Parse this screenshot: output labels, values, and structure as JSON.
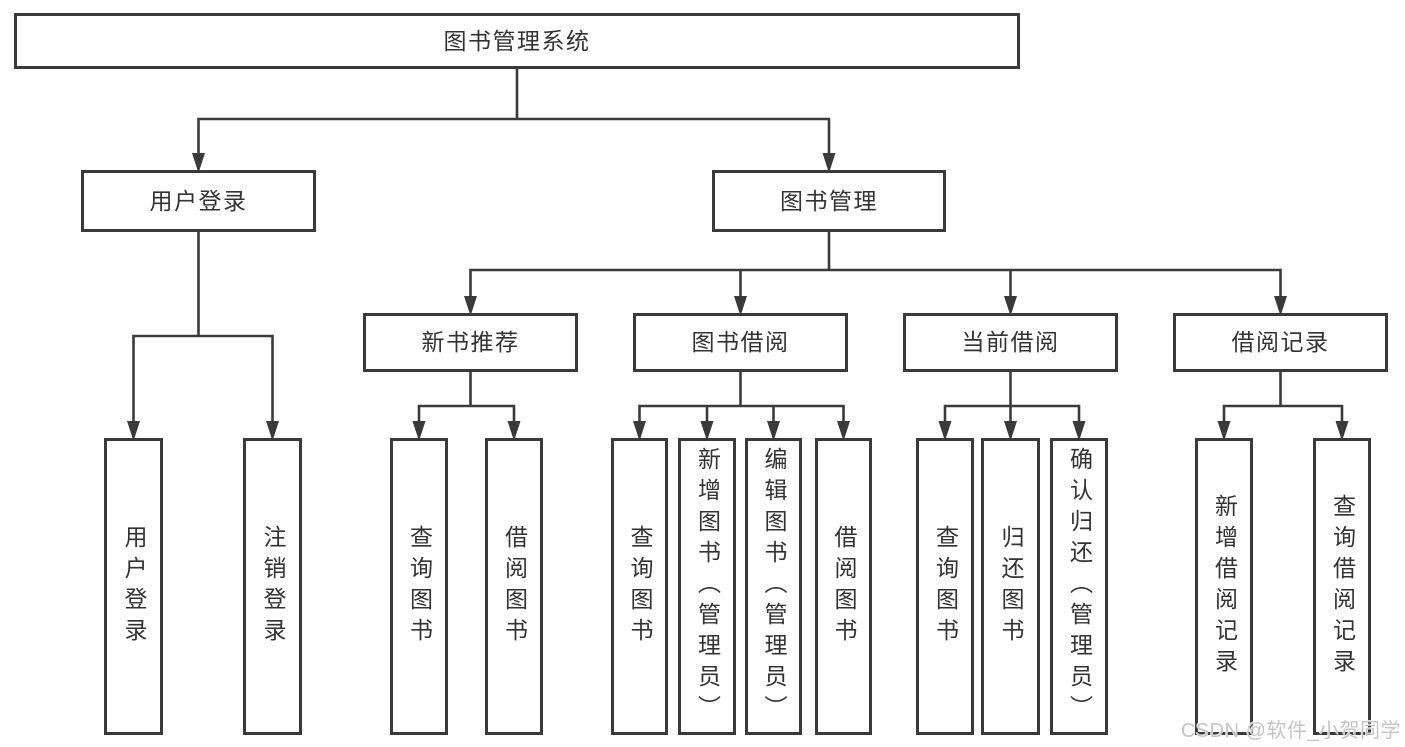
{
  "diagram": {
    "root": {
      "label": "图书管理系统"
    },
    "branches": [
      {
        "label": "用户登录",
        "children": [
          {
            "label": "用户登录"
          },
          {
            "label": "注销登录"
          }
        ]
      },
      {
        "label": "图书管理",
        "children": [
          {
            "label": "新书推荐",
            "children": [
              {
                "label": "查询图书"
              },
              {
                "label": "借阅图书"
              }
            ]
          },
          {
            "label": "图书借阅",
            "children": [
              {
                "label": "查询图书"
              },
              {
                "label": "新增图书（管理员）"
              },
              {
                "label": "编辑图书（管理员）"
              },
              {
                "label": "借阅图书"
              }
            ]
          },
          {
            "label": "当前借阅",
            "children": [
              {
                "label": "查询图书"
              },
              {
                "label": "归还图书"
              },
              {
                "label": "确认归还（管理员）"
              }
            ]
          },
          {
            "label": "借阅记录",
            "children": [
              {
                "label": "新增借阅记录"
              },
              {
                "label": "查询借阅记录"
              }
            ]
          }
        ]
      }
    ]
  },
  "watermark": {
    "text": "CSDN @软件_小贺同学"
  },
  "colors": {
    "line": "#3a3a3a",
    "text": "#333333",
    "background": "#ffffff",
    "watermark": "#c4c4c4"
  }
}
